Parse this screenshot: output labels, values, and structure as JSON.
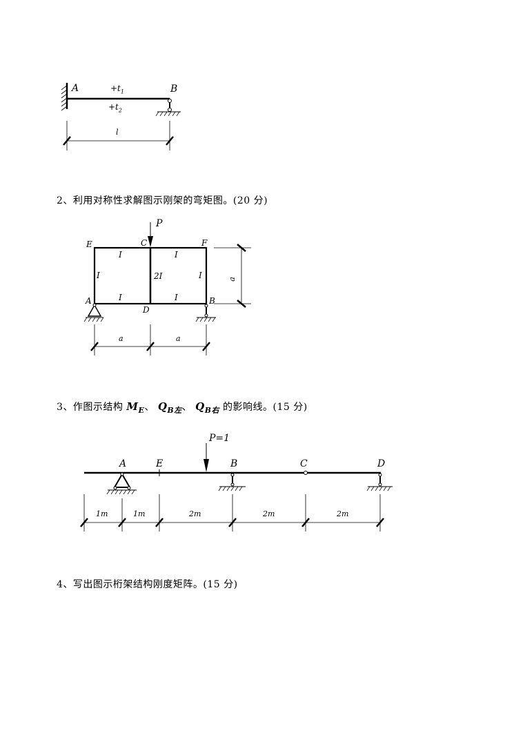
{
  "q2": {
    "text": "2、利用对称性求解图示刚架的弯矩图。(20 分)"
  },
  "q3": {
    "prefix": "3、作图示结构 ",
    "m_main": "M",
    "m_sub": "E",
    "sep1": "、 ",
    "qb1_main": "Q",
    "qb1_sub": "B左",
    "sep2": "、 ",
    "qb2_main": "Q",
    "qb2_sub": "B右",
    "suffix": " 的影响线。(15 分)"
  },
  "q4": {
    "text": "4、写出图示桁架结构刚度矩阵。(15 分)"
  },
  "fig1": {
    "point_a": "A",
    "point_b": "B",
    "temp_top": "+t",
    "temp_top_sub": "1",
    "temp_bottom": "+t",
    "temp_bottom_sub": "2",
    "span": "l"
  },
  "fig2": {
    "load": "P",
    "nodes": {
      "e": "E",
      "c": "C",
      "f": "F",
      "a": "A",
      "d": "D",
      "b": "B"
    },
    "stiff_top_left": "I",
    "stiff_top_right": "I",
    "stiff_left": "I",
    "stiff_mid": "2I",
    "stiff_right": "I",
    "stiff_bot_left": "I",
    "stiff_bot_right": "I",
    "dim_height": "a",
    "dim_left": "a",
    "dim_right": "a"
  },
  "fig3": {
    "load": "P=1",
    "nodes": {
      "a": "A",
      "e": "E",
      "b": "B",
      "c": "C",
      "d": "D"
    },
    "dims": [
      "1m",
      "1m",
      "2m",
      "2m",
      "2m"
    ]
  }
}
